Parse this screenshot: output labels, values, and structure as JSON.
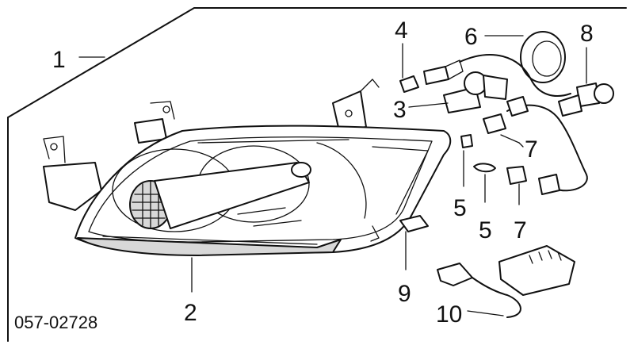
{
  "diagram": {
    "part_code": "057-02728",
    "callouts": [
      {
        "id": "c1",
        "label": "1"
      },
      {
        "id": "c2",
        "label": "2"
      },
      {
        "id": "c3",
        "label": "3"
      },
      {
        "id": "c4",
        "label": "4"
      },
      {
        "id": "c5a",
        "label": "5"
      },
      {
        "id": "c5b",
        "label": "5"
      },
      {
        "id": "c6",
        "label": "6"
      },
      {
        "id": "c7a",
        "label": "7"
      },
      {
        "id": "c7b",
        "label": "7"
      },
      {
        "id": "c8",
        "label": "8"
      },
      {
        "id": "c9",
        "label": "9"
      },
      {
        "id": "c10",
        "label": "10"
      }
    ]
  }
}
